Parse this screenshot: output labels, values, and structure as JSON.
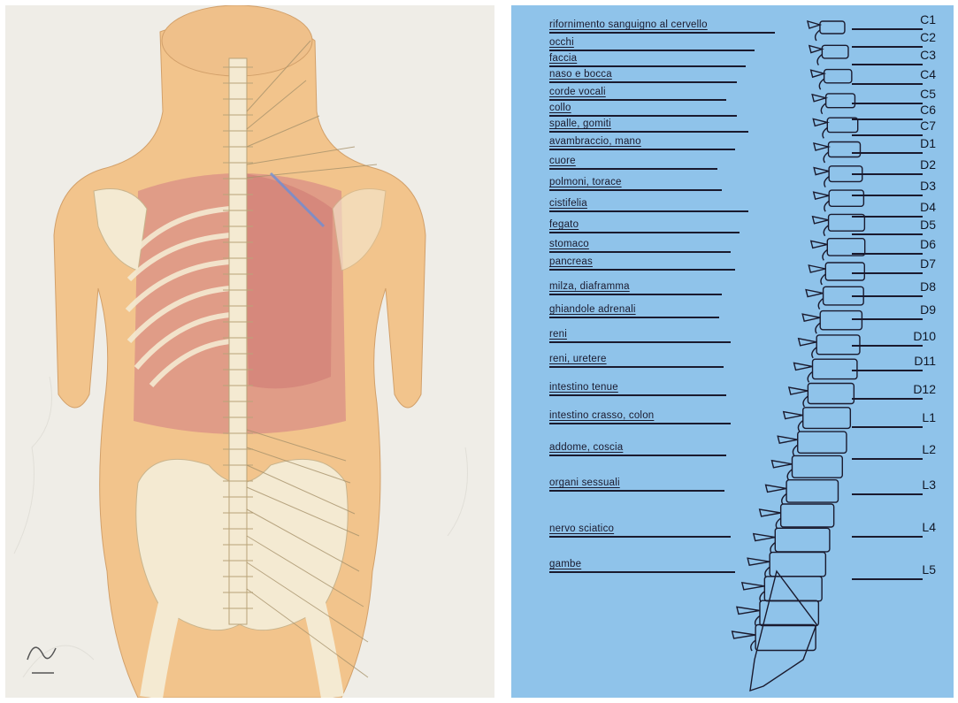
{
  "anatomy": {
    "colors": {
      "skin": "#f2c48c",
      "muscle": "#d98f85",
      "bone": "#f4ead2",
      "nerve": "#e8dcc0"
    }
  },
  "spine_chart": {
    "background": "#8fc3ea",
    "organs": [
      {
        "label": "rifornimento sanguigno al cervello",
        "vertebra": "C1"
      },
      {
        "label": "occhi",
        "vertebra": "C2"
      },
      {
        "label": "faccia",
        "vertebra": "C3"
      },
      {
        "label": "naso e bocca",
        "vertebra": "C4"
      },
      {
        "label": "corde vocali",
        "vertebra": "C5"
      },
      {
        "label": "collo",
        "vertebra": "C6"
      },
      {
        "label": "spalle, gomiti",
        "vertebra": "C7"
      },
      {
        "label": "avambraccio, mano",
        "vertebra": "D1"
      },
      {
        "label": "cuore",
        "vertebra": "D2"
      },
      {
        "label": "polmoni, torace",
        "vertebra": "D3"
      },
      {
        "label": "cistifelia",
        "vertebra": "D4"
      },
      {
        "label": "fegato",
        "vertebra": "D5"
      },
      {
        "label": "stomaco",
        "vertebra": "D6"
      },
      {
        "label": "pancreas",
        "vertebra": "D7"
      },
      {
        "label": "milza, diaframma",
        "vertebra": "D8"
      },
      {
        "label": "ghiandole adrenali",
        "vertebra": "D9"
      },
      {
        "label": "reni",
        "vertebra": "D10"
      },
      {
        "label": "reni, uretere",
        "vertebra": "D11"
      },
      {
        "label": "intestino tenue",
        "vertebra": "D12"
      },
      {
        "label": "intestino crasso, colon",
        "vertebra": "L1"
      },
      {
        "label": "addome, coscia",
        "vertebra": "L2"
      },
      {
        "label": "organi sessuali",
        "vertebra": "L3"
      },
      {
        "label": "nervo sciatico",
        "vertebra": "L4"
      },
      {
        "label": "gambe",
        "vertebra": "L5"
      }
    ]
  }
}
